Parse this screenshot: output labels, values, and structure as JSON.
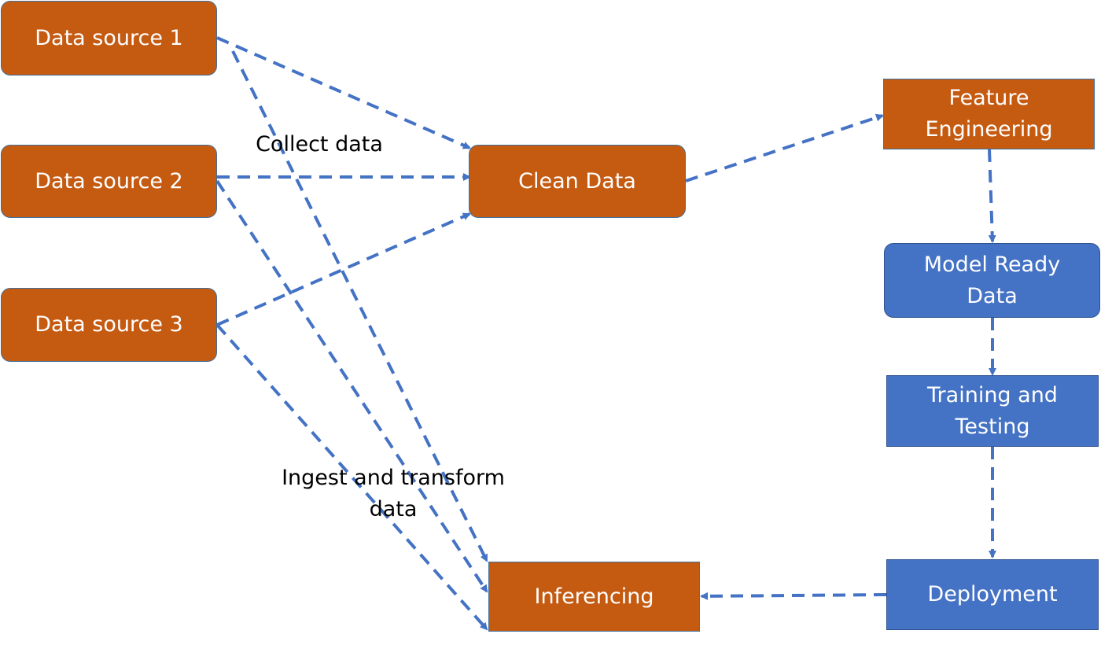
{
  "nodes": {
    "data_source_1": "Data source 1",
    "data_source_2": "Data source 2",
    "data_source_3": "Data source 3",
    "clean_data": "Clean Data",
    "feature_engineering": [
      "Feature",
      "Engineering"
    ],
    "model_ready_data": [
      "Model Ready",
      "Data"
    ],
    "training_testing": [
      "Training and",
      "Testing"
    ],
    "deployment": "Deployment",
    "inferencing": "Inferencing"
  },
  "labels": {
    "collect": "Collect data",
    "ingest": [
      "Ingest and transform",
      "data"
    ]
  },
  "colors": {
    "orange_fill": "#c55a11",
    "blue_fill": "#4472c4",
    "connector": "#4472c4"
  }
}
